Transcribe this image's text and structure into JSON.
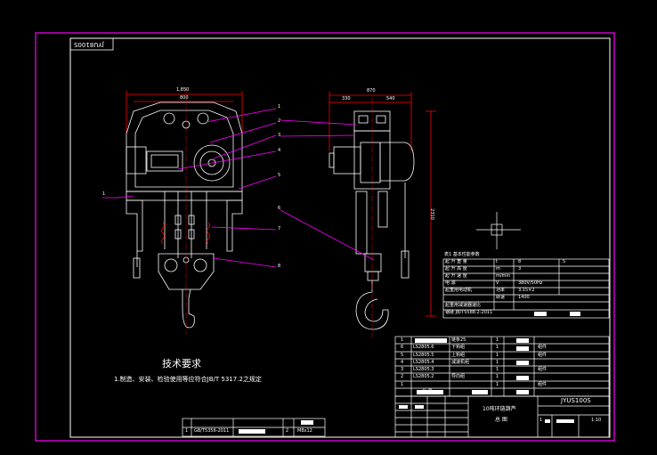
{
  "drawing": {
    "code_stamp": "JYU8100S",
    "tech_title": "技术要求",
    "tech_note": "1.制造、安装、检验使用等应符合JB/T 5317.2之规定",
    "front_dims": {
      "overall": "1,850",
      "inner": "800"
    },
    "side_dims": {
      "overall": "870",
      "left": "330",
      "right": "540",
      "height": "2310"
    },
    "callouts_right": [
      "1",
      "2",
      "3",
      "4",
      "5",
      "6",
      "7",
      "8"
    ],
    "callout_left": "1"
  },
  "param_table": {
    "title": "表1 基本性能参数",
    "rows": [
      [
        "起 升 重 量",
        "t",
        "8",
        "5"
      ],
      [
        "起 升 高 度",
        "m",
        "3",
        ""
      ],
      [
        "起 升 速 度",
        "m/min",
        "",
        ""
      ],
      [
        "电 源",
        "V",
        "380V/50Hz",
        ""
      ],
      [
        "起重用电动机",
        "功率",
        "3.15×2",
        ""
      ],
      [
        "",
        "转速",
        "1400",
        ""
      ],
      [
        "起重用减速器速比",
        "",
        "",
        ""
      ],
      [
        "钢链 JB/T5588.2-2011",
        "",
        "",
        ""
      ]
    ]
  },
  "parts_list": {
    "rows": [
      [
        "1",
        "",
        "链条25",
        "1",
        "",
        ""
      ],
      [
        "6",
        "LS2805.6",
        "下钩组",
        "1",
        "",
        "组件"
      ],
      [
        "5",
        "LS2805.5",
        "上钩组",
        "1",
        "",
        "组件"
      ],
      [
        "4",
        "LS2805.4",
        "减速机组",
        "1",
        "",
        ""
      ],
      [
        "3",
        "LS2805.3",
        "",
        "1",
        "",
        "组件"
      ],
      [
        "2",
        "LS2805.2",
        "导向组",
        "1",
        "",
        ""
      ],
      [
        "1",
        "",
        "",
        "1",
        "",
        "组件"
      ]
    ],
    "header_code": "代 号"
  },
  "title_block": {
    "name_line1": "10吨环链葫芦",
    "name_line2": "总 图",
    "drawing_no": "JYUS100S",
    "scale": "1:10",
    "sheet": "1"
  },
  "left_table": {
    "rows": [
      [
        "1",
        "GB/T5356-2011",
        "2",
        "M8x12"
      ]
    ]
  },
  "colors": {
    "background": "#000000",
    "frame_magenta": "#ff00ff",
    "line_white": "#ffffff",
    "dim_red": "#ff0000",
    "leader_magenta": "#ff00ff"
  }
}
